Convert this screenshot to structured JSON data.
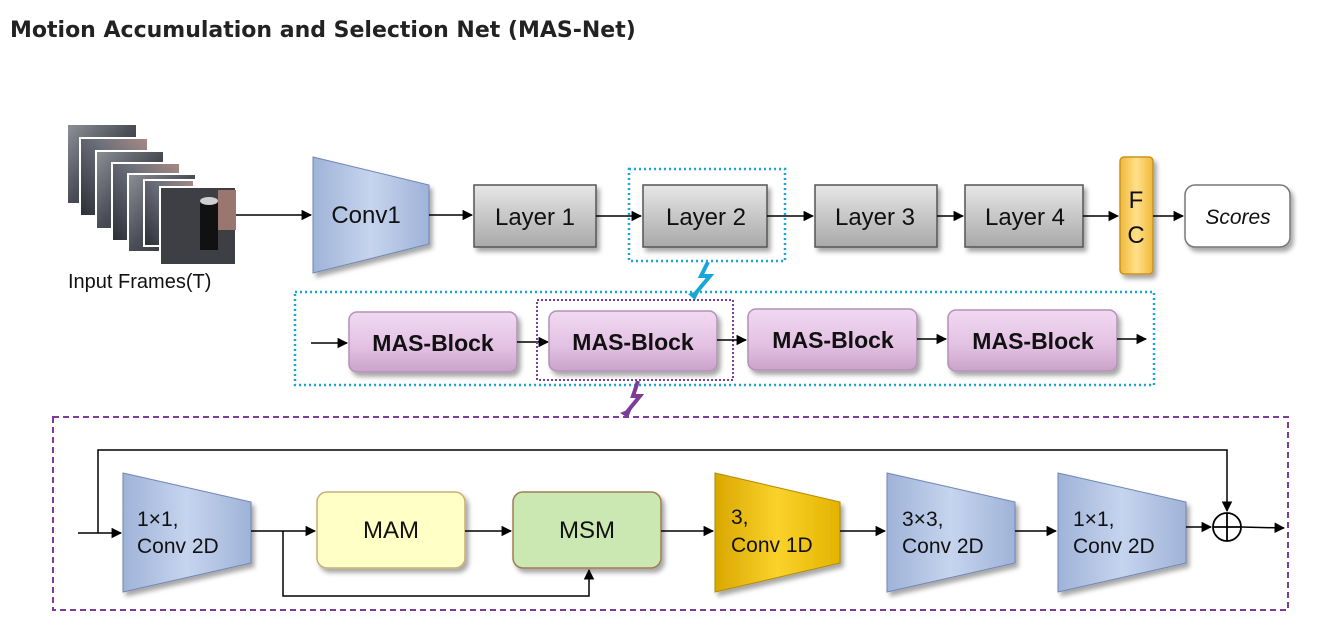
{
  "title": "Motion Accumulation and Selection Net (MAS-Net)",
  "input": {
    "label": "Input Frames(T)"
  },
  "top_row": {
    "conv1": "Conv1",
    "layers": [
      "Layer 1",
      "Layer 2",
      "Layer 3",
      "Layer 4"
    ],
    "fc": [
      "F",
      "C"
    ],
    "scores": "Scores"
  },
  "middle_row": {
    "blocks": [
      "MAS-Block",
      "MAS-Block",
      "MAS-Block",
      "MAS-Block"
    ]
  },
  "bottom_row": {
    "conv_in": [
      "1×1,",
      "Conv 2D"
    ],
    "mam": "MAM",
    "msm": "MSM",
    "conv1d": [
      "3,",
      "Conv 1D"
    ],
    "conv3x3": [
      "3×3,",
      "Conv 2D"
    ],
    "conv_out": [
      "1×1,",
      "Conv 2D"
    ]
  },
  "colors": {
    "trapezoid_blue": "#b9c9e6",
    "trapezoid_gold": "#f5c400",
    "layer_gray": "#c9c9c9",
    "fc_yellow": "#fbd469",
    "mas_pink": "#e6c6e6",
    "mam_yellow": "#ffffc6",
    "msm_green": "#cbe7b2",
    "cyan_dotted": "#17a6d8",
    "purple_dashed": "#7d3c98"
  }
}
